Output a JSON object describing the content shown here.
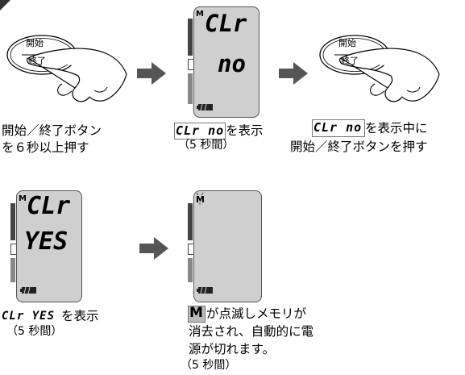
{
  "steps": [
    {
      "caption_line1": "開始／終了ボタン",
      "caption_line2": "を６秒以上押す"
    },
    {
      "seg_text": "CLr no",
      "caption_suffix": "を表示",
      "caption_line2": "（5 秒間）",
      "lcd": {
        "mark": "M",
        "line1": "CLr",
        "line2": "no"
      }
    },
    {
      "seg_text": "CLr no",
      "caption_suffix": "を表示中に",
      "caption_line2": "開始／終了ボタンを押す"
    },
    {
      "seg_text": "CLr YES",
      "caption_suffix": "を表示",
      "caption_line2": "（5 秒間）",
      "lcd": {
        "mark": "M",
        "line1": "CLr",
        "line2": "YES"
      }
    },
    {
      "mark_symbol": "M",
      "caption_suffix": "が点滅しメモリが",
      "caption_line2": "消去され、自動的に電",
      "caption_line3": "源が切れます。",
      "caption_line4": "（5 秒間）",
      "lcd": {
        "mark": "M"
      }
    }
  ],
  "button": {
    "top_label": "開始",
    "bottom_label": "終了"
  },
  "icons": [
    "arrow-right-icon",
    "hand-pressing-icon",
    "battery-icon"
  ],
  "colors": {
    "lcd_bg": "#cfcfcf",
    "lcd_frame": "#555555",
    "arrow": "#555555"
  }
}
